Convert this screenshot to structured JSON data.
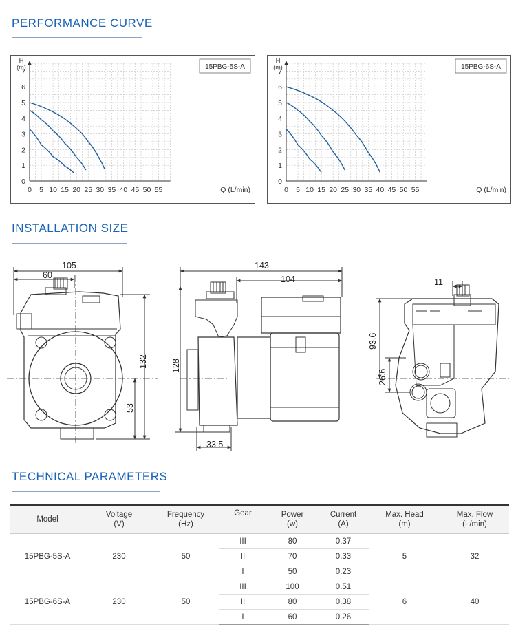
{
  "sections": {
    "performance": "PERFORMANCE CURVE",
    "installation": "INSTALLATION SIZE",
    "technical": "TECHNICAL PARAMETERS"
  },
  "chart_data": [
    {
      "type": "line",
      "model_label": "15PBG-5S-A",
      "y_axis_label": "H",
      "y_axis_unit": "(m)",
      "x_axis_label": "Q (L/min)",
      "x_ticks": [
        0,
        5,
        10,
        15,
        20,
        25,
        30,
        35,
        40,
        45,
        50,
        55
      ],
      "y_ticks": [
        0,
        1,
        2,
        3,
        4,
        5,
        6,
        7
      ],
      "xlim": [
        0,
        60
      ],
      "ylim": [
        0,
        7.5
      ],
      "grid": true,
      "series": [
        {
          "points": [
            [
              0,
              3.3
            ],
            [
              5,
              2.3
            ],
            [
              10,
              1.55
            ],
            [
              15,
              0.95
            ],
            [
              19,
              0.5
            ]
          ]
        },
        {
          "points": [
            [
              0,
              4.5
            ],
            [
              5,
              3.9
            ],
            [
              10,
              3.2
            ],
            [
              15,
              2.4
            ],
            [
              20,
              1.5
            ],
            [
              24,
              0.7
            ]
          ]
        },
        {
          "points": [
            [
              0,
              5.0
            ],
            [
              10,
              4.4
            ],
            [
              20,
              3.35
            ],
            [
              25,
              2.5
            ],
            [
              30,
              1.35
            ],
            [
              32,
              0.75
            ]
          ]
        }
      ]
    },
    {
      "type": "line",
      "model_label": "15PBG-6S-A",
      "y_axis_label": "H",
      "y_axis_unit": "(m)",
      "x_axis_label": "Q (L/min)",
      "x_ticks": [
        0,
        5,
        10,
        15,
        20,
        25,
        30,
        35,
        40,
        45,
        50,
        55
      ],
      "y_ticks": [
        0,
        1,
        2,
        3,
        4,
        5,
        6,
        7
      ],
      "xlim": [
        0,
        60
      ],
      "ylim": [
        0,
        7.5
      ],
      "grid": true,
      "series": [
        {
          "points": [
            [
              0,
              3.3
            ],
            [
              5,
              2.3
            ],
            [
              10,
              1.4
            ],
            [
              15,
              0.55
            ]
          ]
        },
        {
          "points": [
            [
              0,
              5.0
            ],
            [
              5,
              4.5
            ],
            [
              10,
              3.8
            ],
            [
              15,
              2.9
            ],
            [
              20,
              1.85
            ],
            [
              25,
              0.7
            ]
          ]
        },
        {
          "points": [
            [
              0,
              6.0
            ],
            [
              10,
              5.45
            ],
            [
              20,
              4.5
            ],
            [
              30,
              2.9
            ],
            [
              35,
              1.8
            ],
            [
              40,
              0.55
            ]
          ]
        }
      ]
    }
  ],
  "dimensions": {
    "front_width": "105",
    "front_inner": "60",
    "front_height": "132",
    "front_axis": "53",
    "side_total": "143",
    "side_motor": "104",
    "side_height": "128",
    "side_base": "33.5",
    "rear_top": "11",
    "rear_height": "93.6",
    "rear_axis": "26.6"
  },
  "table": {
    "headers": [
      {
        "line1": "Model",
        "line2": ""
      },
      {
        "line1": "Voltage",
        "line2": "(V)"
      },
      {
        "line1": "Frequency",
        "line2": "(Hz)"
      },
      {
        "line1": "Gear",
        "line2": ""
      },
      {
        "line1": "Power",
        "line2": "(w)"
      },
      {
        "line1": "Current",
        "line2": "(A)"
      },
      {
        "line1": "Max. Head",
        "line2": "(m)"
      },
      {
        "line1": "Max. Flow",
        "line2": "(L/min)"
      }
    ],
    "models": [
      {
        "model": "15PBG-5S-A",
        "voltage": "230",
        "frequency": "50",
        "max_head": "5",
        "max_flow": "32",
        "rows": [
          {
            "gear": "III",
            "power": "80",
            "current": "0.37"
          },
          {
            "gear": "II",
            "power": "70",
            "current": "0.33"
          },
          {
            "gear": "I",
            "power": "50",
            "current": "0.23"
          }
        ]
      },
      {
        "model": "15PBG-6S-A",
        "voltage": "230",
        "frequency": "50",
        "max_head": "6",
        "max_flow": "40",
        "rows": [
          {
            "gear": "III",
            "power": "100",
            "current": "0.51"
          },
          {
            "gear": "II",
            "power": "80",
            "current": "0.38"
          },
          {
            "gear": "I",
            "power": "60",
            "current": "0.26"
          }
        ]
      }
    ]
  },
  "colors": {
    "title": "#1a63b5",
    "curve": "#1f5fa0",
    "grid": "#c8c8c8"
  }
}
